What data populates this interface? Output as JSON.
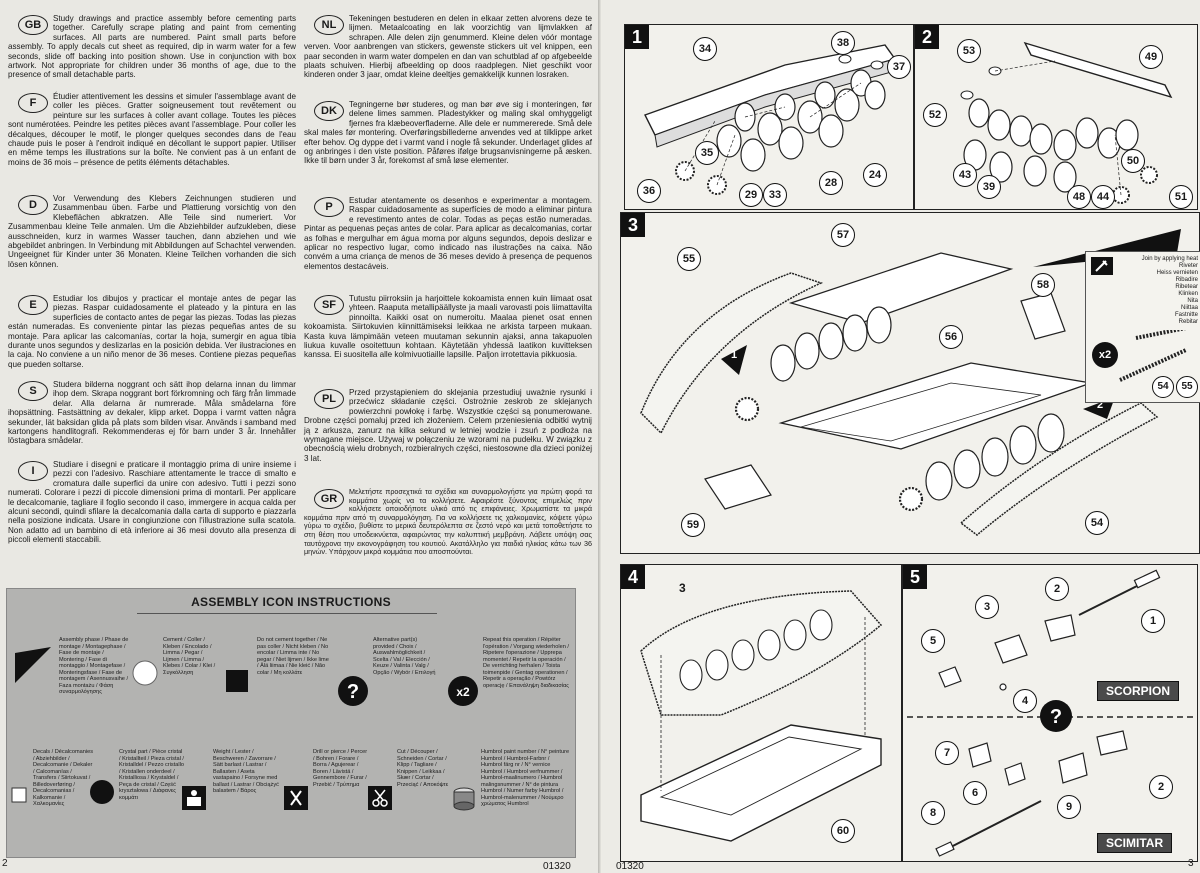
{
  "page_numbers": {
    "left": "2",
    "right": "3",
    "left_code": "01320",
    "right_code": "01320"
  },
  "languages": [
    {
      "code": "GB",
      "text": "Study drawings and practice assembly before cementing parts together. Carefully scrape plating and paint from cementing surfaces. All parts are numbered. Paint small parts before assembly. To apply decals cut sheet as required, dip in warm water for a few seconds, slide off backing into position shown. Use in conjunction with box artwork. Not appropriate for children under 36 months of age, due to the presence of small detachable parts."
    },
    {
      "code": "F",
      "text": "Étudier attentivement les dessins et simuler l'assemblage avant de coller les pièces. Gratter soigneusement tout revêtement ou peinture sur les surfaces à coller avant collage. Toutes les pièces sont numérotées. Peindre les petites pièces avant l'assemblage. Pour coller les décalques, découper le motif, le plonger quelques secondes dans de l'eau chaude puis le poser à l'endroit indiqué en décollant le support papier. Utiliser en même temps les illustrations sur la boîte. Ne convient pas à un enfant de moins de 36 mois – présence de petits éléments détachables."
    },
    {
      "code": "D",
      "text": "Vor Verwendung des Klebers Zeichnungen studieren und Zusammenbau üben. Farbe und Plattierung vorsichtig von den Klebeflächen abkratzen. Alle Teile sind numeriert. Vor Zusammenbau kleine Teile anmalen. Um die Abziehbilder aufzukleben, diese ausschneiden, kurz in warmes Wasser tauchen, dann abziehen und wie abgebildet anbringen. In Verbindung mit Abbildungen auf Schachtel verwenden. Ungeeignet für Kinder unter 36 Monaten. Kleine Teilchen vorhanden die sich lösen können."
    },
    {
      "code": "E",
      "text": "Estudiar los dibujos y practicar el montaje antes de pegar las piezas. Raspar cuidadosamente el plateado y la pintura en las superficies de contacto antes de pegar las piezas. Todas las piezas están numeradas. Es conveniente pintar las piezas pequeñas antes de su montaje. Para aplicar las calcomanías, cortar la hoja, sumergir en agua tibia durante unos segundos y deslizarlas en la posición debida. Ver ilustraciones en la caja. No conviene a un niño menor de 36 meses. Contiene piezas pequeñas que pueden soltarse."
    },
    {
      "code": "S",
      "text": "Studera bilderna noggrant och sätt ihop delarna innan du limmar ihop dem. Skrapa noggrant bort förkromning och färg från limmade delar. Alla delarna är numrerade. Måla smådelarna före ihopsättning. Fastsättning av dekaler, klipp arket. Doppa i varmt vatten några sekunder, lät baksidan glida på plats som bilden visar. Används i samband med kartongens handlitografi. Rekommenderas ej för barn under 3 år. Innehåller löstagbara smådelar."
    },
    {
      "code": "I",
      "text": "Studiare i disegni e praticare il montaggio prima di unire insieme i pezzi con l'adesivo. Raschiare attentamente le tracce di smalto e cromatura dalle superfici da unire con adesivo. Tutti i pezzi sono numerati. Colorare i pezzi di piccole dimensioni prima di montarli. Per applicare le decalcomanie, tagliare il foglio secondo il caso, immergere in acqua calda per alcuni secondi, quindi sfilare la decalcomania dalla carta di supporto e piazzarla nella posizione indicata. Usare in congiunzione con l'illustrazione sulla scatola. Non adatto ad un bambino di età inferiore ai 36 mesi dovuto alla presenza di piccoli elementi staccabili."
    },
    {
      "code": "NL",
      "text": "Tekeningen bestuderen en delen in elkaar zetten alvorens deze te lijmen. Metaalcoating en lak voorzichtig van lijmvlakken af schrapen. Alle delen zijn genummerd. Kleine delen vóór montage verven. Voor aanbrengen van stickers, gewenste stickers uit vel knippen, een paar seconden in warm water dompelen en dan van schutblad af op afgebeelde plaats schuiven. Hierbij afbeelding op doos raadplegen. Niet geschikt voor kinderen onder 3 jaar, omdat kleine deeltjes gemakkelijk kunnen losraken."
    },
    {
      "code": "DK",
      "text": "Tegningerne bør studeres, og man bør øve sig i monteringen, før delene limes sammen. Pladestykker og maling skal omhyggeligt fjernes fra klæbeoverfladerne. Alle dele er nummererede. Små dele skal males før montering. Overføringsbillederne anvendes ved at tilklippe arket efter behov. Og dyppe det i varmt vand i nogle få sekunder. Underlaget glides af og anbringes i den viste position. Påføres ifølge brugsanvisningerne på æsken. Ikke til børn under 3 år, forekomst af små løse elementer."
    },
    {
      "code": "P",
      "text": "Estudar atentamente os desenhos e experimentar a montagem. Raspar cuidadosamente as superfícies de modo a eliminar pintura e revestimento antes de colar. Todas as peças estão numeradas. Pintar as pequenas peças antes de colar. Para aplicar as decalcomanias, cortar as folhas e mergulhar em água morna por alguns segundos, depois deslizar e aplicar no respectivo lugar, como indicado nas ilustrações na caixa. Não convém a uma criança de menos de 36 meses devido à presença de pequenos elementos destacáveis."
    },
    {
      "code": "SF",
      "text": "Tutustu piirroksiin ja harjoittele kokoamista ennen kuin liimaat osat yhteen. Raaputa metallipäällyste ja maali varovasti pois liimattavilta pinnoilta. Kaikki osat on numeroitu. Maalaa pienet osat ennen kokoamista. Siirtokuvien kiinnittämiseksi leikkaa ne arkista tarpeen mukaan. Kasta kuva lämpimään veteen muutaman sekunnin ajaksi, anna takapuolen liukua kuvalle osoitettuun kohtaan. Käytetään yhdessä laatikon kuvitteksen kanssa. Ei suositella alle kolmivuotiaille lapsille. Paljon irrotettavia pikkuosia."
    },
    {
      "code": "PL",
      "text": "Przed przystąpieniem do sklejania przestudiuj uważnie rysunki i przećwicz składanie części. Ostrożnie zeskrob ze sklejanych powierzchni powłokę i farbę. Wszystkie części są ponumerowane. Drobne części pomaluj przed ich złożeniem. Celem przeniesienia odbitki wytnij ją z arkusza, zanurz na kilka sekund w letniej wodzie i zsuń z podłoża na wymagane miejsce. Używaj w połączeniu ze wzorami na pudełku. W związku z obecnością wielu drobnych, rozbieralnych części, niestosowne dla dzieci poniżej 3 lat."
    },
    {
      "code": "GR",
      "text": "Μελετήστε προσεχτικά τα σχέδια και συναρμολογήστε για πρώτη φορά τα κομμάτια χωρίς να τα κολλήσετε. Αφαιρέστε ξύνοντας επιμελώς πριν κολλήσετε οποιοδήποτε υλικό από τις επιφάνειες. Χρωματίστε τα μικρά κομμάτια πριν από τη συναρμολόγηση. Για να κολλήσετε τις χαλκομανίες, κόψετε γύρω γύρω το σχέδιο, βυθίστε το μερικά δευτερόλεπτα σε ζεστό νερό και μετά τοποθετήστε το στη θέση που υποδεικνύεται, αφαιρώντας την καλυπτική μεμβράνη. Λάβετε υπόψη σας ταυτόχρονα την εικονογράφηση του κουτιού. Ακατάλληλο για παιδιά ηλικίας κάτω των 36 μηνών. Υπάρχουν μικρά κομμάτια που αποσπούνται."
    }
  ],
  "icon_instructions": {
    "title": "ASSEMBLY ICON INSTRUCTIONS",
    "top_row": [
      {
        "icon": "assembly-phase-icon",
        "text": "Assembly phase / Phase de montage / Montagephase / Fase de montaje / Montering / Fase di montaggio / Montagefase / Monteringsfase / Fase de montagem / Asennusvaihe / Faza montażu / Φάση συναρμολόγησης"
      },
      {
        "icon": "cement-icon",
        "text": "Cement / Coller / Kleben / Encolado / Limma / Pegar / Lijmen / Limma / Klebes / Colar / Klei / Συγκόλληση"
      },
      {
        "icon": "do-not-cement-icon",
        "text": "Do not cement together / Ne pas coller / Nicht kleben / No encolar / Limma inte / No pegar / Niet lijmen / Ikke lime / Älä liimaa / Nie kleić / Não colar / Μη κολλάτε"
      },
      {
        "icon": "alternative-part-icon",
        "text": "Alternative part(s) provided / Choix / Auswahlmöglichkeit / Scelta / Val / Elección / Keuze / Valinta / Valg / Opção / Wybór / Επιλογή"
      },
      {
        "icon": "repeat-icon",
        "text": "Repeat this operation / Répéter l'opération / Vorgang wiederholen / Ripetere l'operazione / Upprepa momentet / Repetir la operación / De verrichting herhalen / Toista toimenpide / Gentag operationen / Repetir a operação / Powtórz operację / Επανάληψη διαδικασίας"
      }
    ],
    "bottom_row": [
      {
        "icon": "decal-icon",
        "text": "Decals / Décalcomanies / Abziehbilder / Decalcomanie / Dekaler / Calcomanías / Transfers / Siirtokuvat / Billedoverføring / Decalcomanias / Kalkomanie / Χαλκομανίες"
      },
      {
        "icon": "crystal-part-icon",
        "text": "Crystal part / Pièce cristal / Kristallteil / Pieza cristal / Kristalldel / Pezzo cristallo / Kristallen onderdeel / Kristalliosa / Krystaldel / Peça de cristal / Część kryształowa / Διάφανες κομμάτι"
      },
      {
        "icon": "weight-icon",
        "text": "Weight / Lester / Beschweren / Zavorrare / Sätt barlast / Lastrar / Ballasten / Aseta vastapaino / Forsyne med ballast / Lastrar / Obciążyć balastem / Βάρος"
      },
      {
        "icon": "drill-icon",
        "text": "Drill or pierce / Percer / Bohren / Forare / Borra / Agujerear / Boren / Lävistä / Gennembore / Furar / Przebić / Τρύπημα"
      },
      {
        "icon": "cut-icon",
        "text": "Cut / Découper / Schneiden / Cortar / Klipp / Tagliare / Knippen / Leikkaa / Skær / Cortar / Przeciąć / Αποκόψτε"
      },
      {
        "icon": "paint-number-icon",
        "text": "Humbrol paint number / N° peinture Humbrol / Humbrol-Farbnr / Humbrol färg nr / N° vernice Humbrol / Humbrol verfnummer / Humbrol-maalinumero / Humbrol malingsnummer / N° de pintura Humbrol / Numer farby Humbrol / Humbrol-malenummer / Νούμερο χρώματος Humbrol"
      }
    ]
  },
  "steps": {
    "step1": {
      "number": "1",
      "labels": [
        "34",
        "38",
        "37",
        "35",
        "36",
        "29",
        "33",
        "28",
        "24"
      ]
    },
    "step2": {
      "number": "2",
      "labels": [
        "53",
        "49",
        "52",
        "43",
        "39",
        "48",
        "44",
        "50",
        "51"
      ]
    },
    "step3": {
      "number": "3",
      "labels": [
        "57",
        "55",
        "58",
        "56",
        "59",
        "54"
      ],
      "ref_left": "1",
      "ref_right": "2"
    },
    "step4": {
      "number": "4",
      "labels": [
        "60"
      ],
      "ref": "3"
    },
    "step5": {
      "number": "5",
      "labels_scorpion": [
        "2",
        "3",
        "5",
        "1",
        "4"
      ],
      "labels_scimitar": [
        "7",
        "6",
        "8",
        "9",
        "2"
      ],
      "variant_a": "SCORPION",
      "variant_b": "SCIMITAR"
    }
  },
  "join_box": {
    "lines": [
      "Join by applying heat",
      "Riveter",
      "Heiss vernieten",
      "Ribadire",
      "Ribetear",
      "Klinken",
      "Nita",
      "Niittaa",
      "Fastnitte",
      "Rebitar"
    ],
    "multiplier": "x2",
    "labels": [
      "54",
      "55"
    ]
  },
  "colors": {
    "paper": "#e9e8e3",
    "icon_panel": "#b3b3b1",
    "ink": "#111111"
  }
}
